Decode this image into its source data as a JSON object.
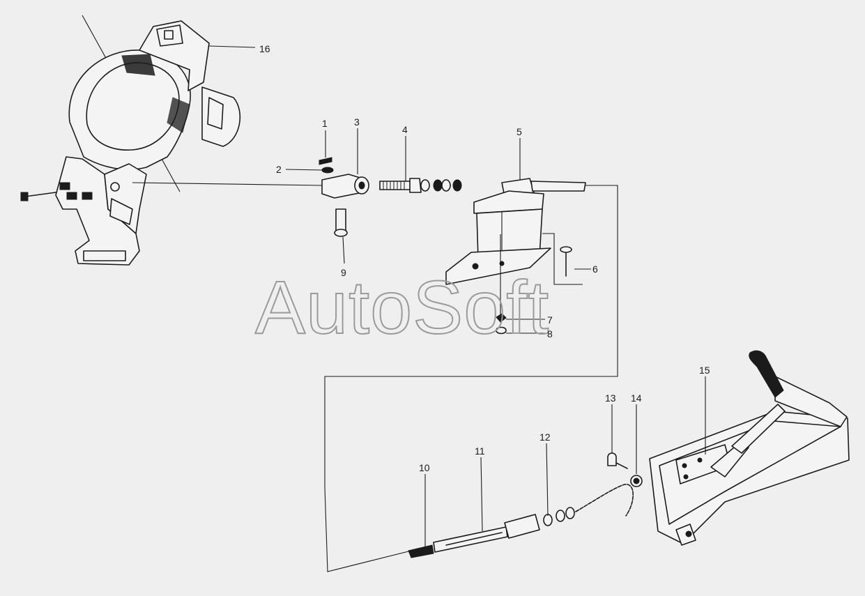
{
  "watermark": "AutoSoft",
  "callouts": [
    {
      "id": "c1",
      "text": "1"
    },
    {
      "id": "c2",
      "text": "2"
    },
    {
      "id": "c3",
      "text": "3"
    },
    {
      "id": "c4",
      "text": "4"
    },
    {
      "id": "c5",
      "text": "5"
    },
    {
      "id": "c6",
      "text": "6"
    },
    {
      "id": "c7",
      "text": "7"
    },
    {
      "id": "c8",
      "text": "8"
    },
    {
      "id": "c9",
      "text": "9"
    },
    {
      "id": "c10",
      "text": "10"
    },
    {
      "id": "c11",
      "text": "11"
    },
    {
      "id": "c12",
      "text": "12"
    },
    {
      "id": "c13",
      "text": "13"
    },
    {
      "id": "c14",
      "text": "14"
    },
    {
      "id": "c15",
      "text": "15"
    },
    {
      "id": "c16",
      "text": "16"
    }
  ],
  "colors": {
    "ink": "#1b1b1b",
    "paper": "#efefef",
    "watermark": "#9a9a9a"
  }
}
